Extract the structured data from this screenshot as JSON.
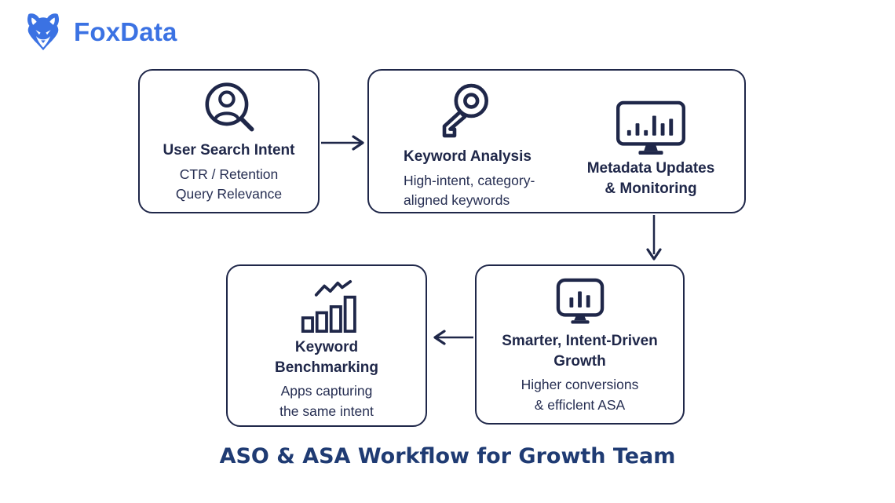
{
  "logo": {
    "brand": "FoxData"
  },
  "diagram": {
    "boxes": {
      "user_search_intent": {
        "icon": "person-search-icon",
        "title": "User Search Intent",
        "subtitle": "CTR / Retention\nQuery Relevance"
      },
      "keyword_analysis": {
        "icon": "key-icon",
        "title": "Keyword Analysis",
        "subtitle": "High-intent, category-\naligned keywords"
      },
      "metadata_updates": {
        "icon": "monitor-equalizer-icon",
        "title": "Metadata Updates\n& Monitoring"
      },
      "smarter_growth": {
        "icon": "monitor-bar-chart-icon",
        "title": "Smarter, Intent-Driven\nGrowth",
        "subtitle": "Higher conversions\n& efficlent ASA"
      },
      "keyword_benchmarking": {
        "icon": "growth-bars-trend-icon",
        "title": "Keyword\nBenchmarking",
        "subtitle": "Apps capturing\nthe same intent"
      }
    },
    "caption": "ASO & ASA Workflow for Growth Team"
  },
  "colors": {
    "navy": "#1f2749",
    "caption_navy": "#1f3b73",
    "brand_blue": "#3b72e3"
  }
}
